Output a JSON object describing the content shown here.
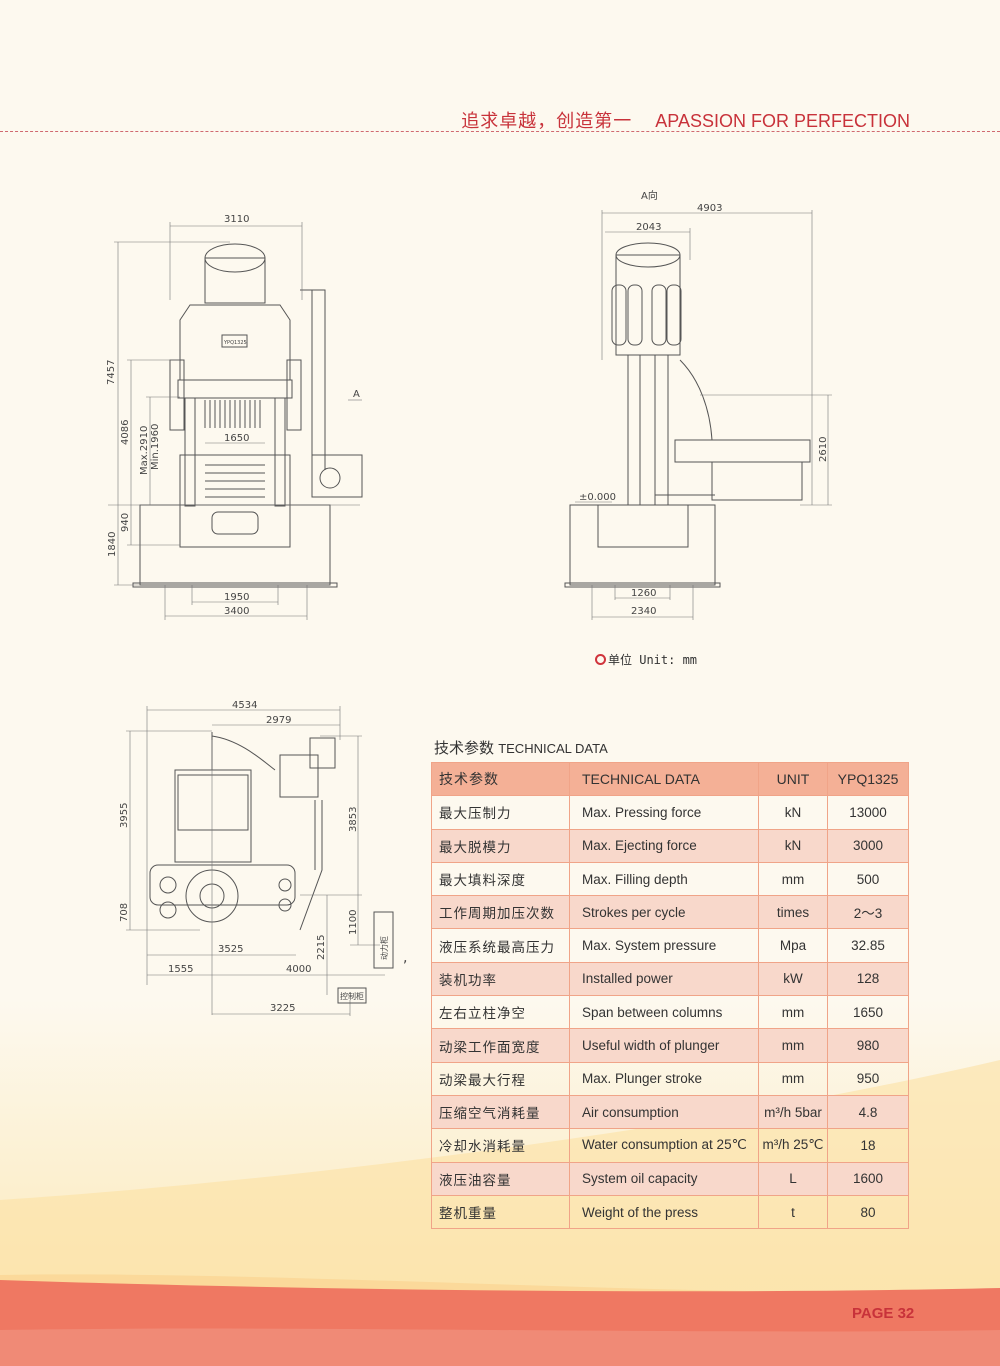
{
  "header": {
    "slogan_cn": "追求卓越，创造第一",
    "slogan_en": "APASSION FOR PERFECTION"
  },
  "drawings": {
    "front_view": {
      "plate_label": "YPQ1325",
      "dims": {
        "top_width": "3110",
        "total_height": "7457",
        "h4086": "4086",
        "max_stroke": "Max.2910",
        "min_stroke": "Min.1960",
        "h940": "940",
        "h1840": "1840",
        "span": "1650",
        "base_inner": "1950",
        "base_outer": "3400"
      },
      "arrow_label": "A"
    },
    "side_view": {
      "view_label": "A向",
      "dims": {
        "total_width": "4903",
        "top_width": "2043",
        "h2610": "2610",
        "level": "±0.000",
        "base_inner": "1260",
        "base_outer": "2340"
      }
    },
    "unit_note": "单位 Unit: mm",
    "top_view": {
      "dims": {
        "w4534": "4534",
        "w2979": "2979",
        "h3955": "3955",
        "h708": "708",
        "h3853": "3853",
        "h1100": "1100",
        "w3525": "3525",
        "w1555": "1555",
        "w4000": "4000",
        "h2215": "2215",
        "w3225": "3225"
      },
      "power_cabinet": "动力柜",
      "control_cabinet": "控制柜",
      "comma": ","
    }
  },
  "tech": {
    "title_cn": "技术参数",
    "title_en": "TECHNICAL DATA",
    "headers": [
      "技术参数",
      "TECHNICAL DATA",
      "UNIT",
      "YPQ1325"
    ],
    "rows": [
      [
        "最大压制力",
        "Max. Pressing force",
        "kN",
        "13000"
      ],
      [
        "最大脱模力",
        "Max. Ejecting force",
        "kN",
        "3000"
      ],
      [
        "最大填料深度",
        "Max. Filling depth",
        "mm",
        "500"
      ],
      [
        "工作周期加压次数",
        "Strokes per cycle",
        "times",
        "2～3"
      ],
      [
        "液压系统最高压力",
        "Max. System pressure",
        "Mpa",
        "32.85"
      ],
      [
        "装机功率",
        "Installed power",
        "kW",
        "128"
      ],
      [
        "左右立柱净空",
        "Span between columns",
        "mm",
        "1650"
      ],
      [
        "动梁工作面宽度",
        "Useful width of plunger",
        "mm",
        "980"
      ],
      [
        "动梁最大行程",
        "Max. Plunger stroke",
        "mm",
        "950"
      ],
      [
        "压缩空气消耗量",
        "Air consumption",
        "m³/h 5bar",
        "4.8"
      ],
      [
        "冷却水消耗量",
        "Water consumption at 25℃",
        "m³/h 25℃",
        "18"
      ],
      [
        "液压油容量",
        "System oil capacity",
        "L",
        "1600"
      ],
      [
        "整机重量",
        "Weight of the press",
        "t",
        "80"
      ]
    ]
  },
  "footer": {
    "page": "PAGE 32"
  },
  "colors": {
    "accent": "#c8323a",
    "table_header": "#f4b096",
    "table_row": "#f8d8cb"
  }
}
